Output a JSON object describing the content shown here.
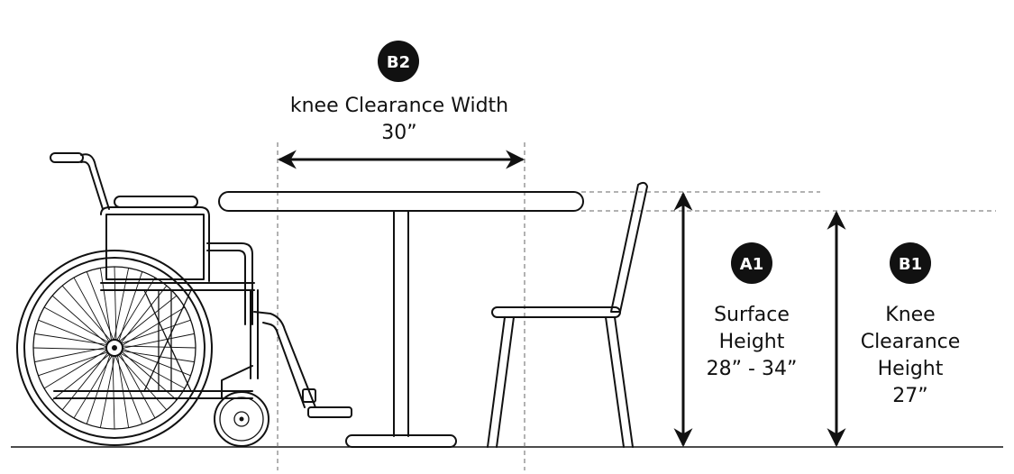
{
  "badges": {
    "b2": "B2",
    "a1": "A1",
    "b1": "B1"
  },
  "labels": {
    "knee_width_title": "knee Clearance Width",
    "knee_width_value": "30”",
    "surface_line1": "Surface",
    "surface_line2": "Height",
    "surface_line3": "28” - 34”",
    "knee_height_line1": "Knee",
    "knee_height_line2": "Clearance",
    "knee_height_line3": "Height",
    "knee_height_line4": "27”"
  },
  "colors": {
    "ink": "#111111",
    "badge_fill": "#111111",
    "badge_text": "#ffffff",
    "guide": "#666666"
  }
}
